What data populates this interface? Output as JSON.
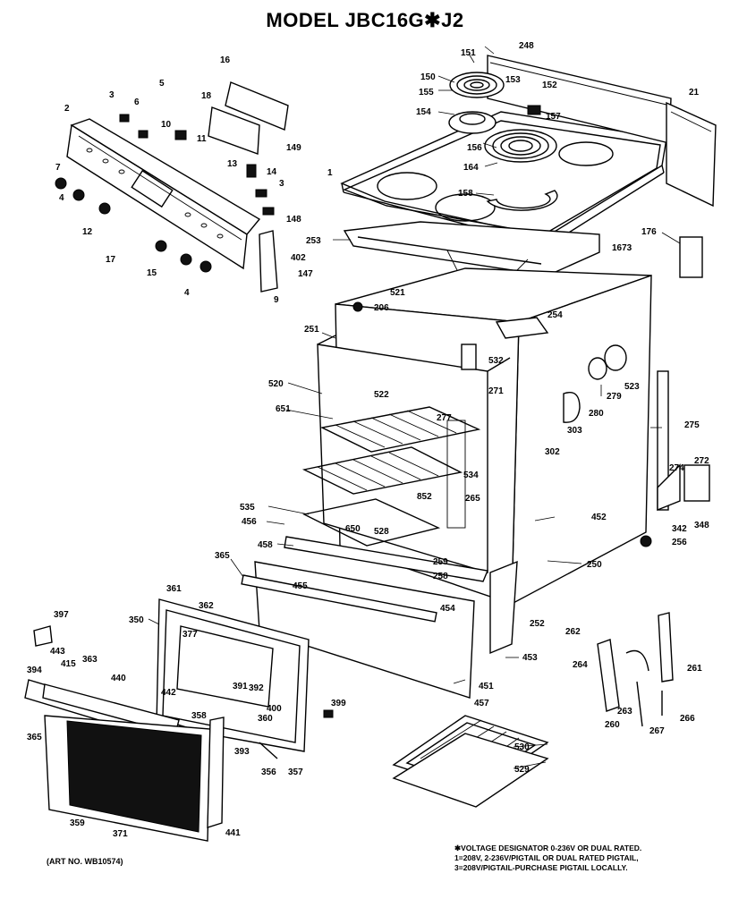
{
  "title": "MODEL JBC16G✱J2",
  "art_number": "(ART NO. WB10574)",
  "footnote": [
    "✱VOLTAGE DESIGNATOR 0-236V OR DUAL RATED.",
    "1=208V, 2-236V/PIGTAIL OR DUAL RATED PIGTAIL,",
    "3=208V/PIGTAIL-PURCHASE PIGTAIL LOCALLY."
  ],
  "callouts": [
    "248",
    "151",
    "150",
    "155",
    "153",
    "152",
    "154",
    "157",
    "21",
    "156",
    "164",
    "158",
    "16",
    "18",
    "5",
    "6",
    "3",
    "10",
    "2",
    "11",
    "149",
    "13",
    "14",
    "1",
    "7",
    "4",
    "12",
    "148",
    "402",
    "147",
    "17",
    "15",
    "9",
    "253",
    "176",
    "1673",
    "521",
    "206",
    "254",
    "251",
    "532",
    "271",
    "523",
    "520",
    "522",
    "279",
    "651",
    "277",
    "280",
    "303",
    "302",
    "275",
    "534",
    "272",
    "274",
    "852",
    "265",
    "452",
    "348",
    "342",
    "256",
    "535",
    "456",
    "650",
    "528",
    "458",
    "259",
    "258",
    "250",
    "365",
    "361",
    "362",
    "455",
    "454",
    "252",
    "397",
    "350",
    "377",
    "262",
    "443",
    "363",
    "440",
    "394",
    "415",
    "442",
    "391",
    "392",
    "400",
    "360",
    "399",
    "453",
    "264",
    "261",
    "451",
    "457",
    "358",
    "393",
    "356",
    "357",
    "263",
    "266",
    "260",
    "267",
    "530",
    "529",
    "359",
    "371",
    "441"
  ]
}
